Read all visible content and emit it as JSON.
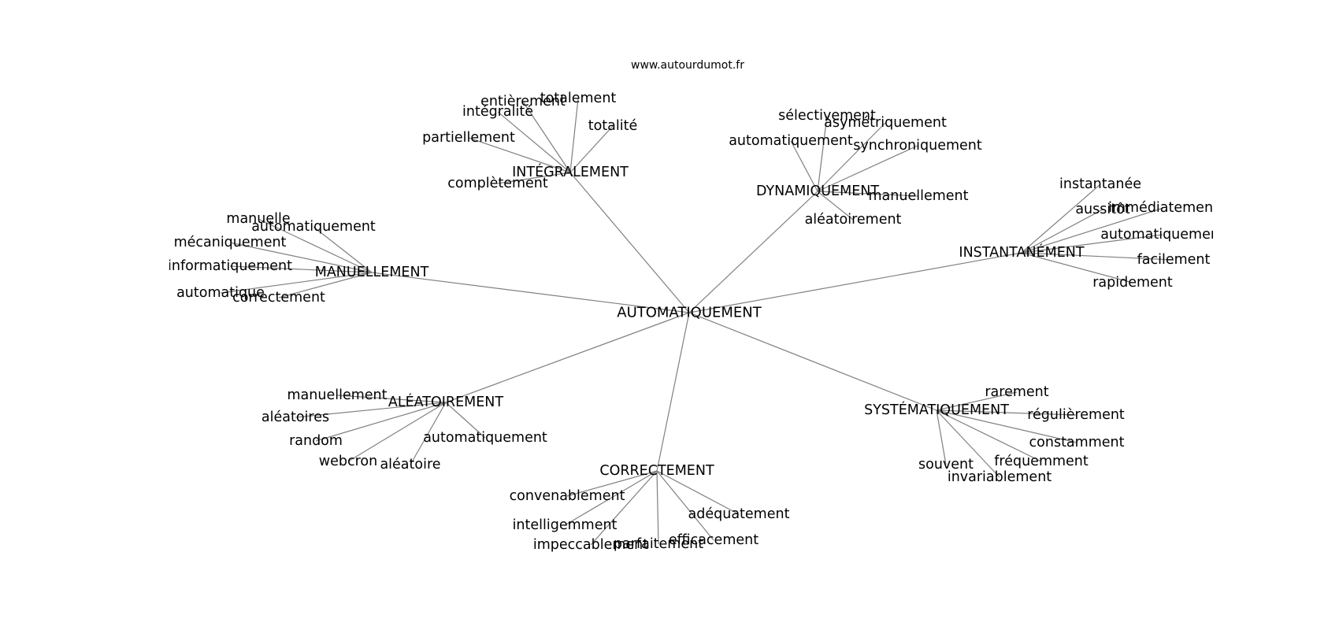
{
  "source": "www.autourdumot.fr",
  "center": "AUTOMATIQUEMENT",
  "colors": {
    "edge": "#808080",
    "text": "#000000",
    "background": "#ffffff"
  },
  "clusters": [
    {
      "hub": "INTÉGRALEMENT",
      "words": [
        "totalement",
        "entièrement",
        "intégralité",
        "totalité",
        "partiellement",
        "complètement"
      ]
    },
    {
      "hub": "DYNAMIQUEMENT",
      "words": [
        "sélectivement",
        "asymétriquement",
        "automatiquement",
        "synchroniquement",
        "manuellement",
        "aléatoirement"
      ]
    },
    {
      "hub": "MANUELLEMENT",
      "words": [
        "manuelle",
        "automatiquement",
        "mécaniquement",
        "informatiquement",
        "automatique",
        "correctement"
      ]
    },
    {
      "hub": "INSTANTANÉMENT",
      "words": [
        "instantanée",
        "aussitôt",
        "immédiatement",
        "automatiquement",
        "facilement",
        "rapidement"
      ]
    },
    {
      "hub": "ALÉATOIREMENT",
      "words": [
        "manuellement",
        "aléatoires",
        "random",
        "automatiquement",
        "webcron",
        "aléatoire"
      ]
    },
    {
      "hub": "CORRECTEMENT",
      "words": [
        "convenablement",
        "adéquatement",
        "intelligemment",
        "efficacement",
        "impeccablement",
        "parfaitement"
      ]
    },
    {
      "hub": "SYSTÉMATIQUEMENT",
      "words": [
        "rarement",
        "régulièrement",
        "constamment",
        "souvent",
        "fréquemment",
        "invariablement"
      ]
    }
  ]
}
